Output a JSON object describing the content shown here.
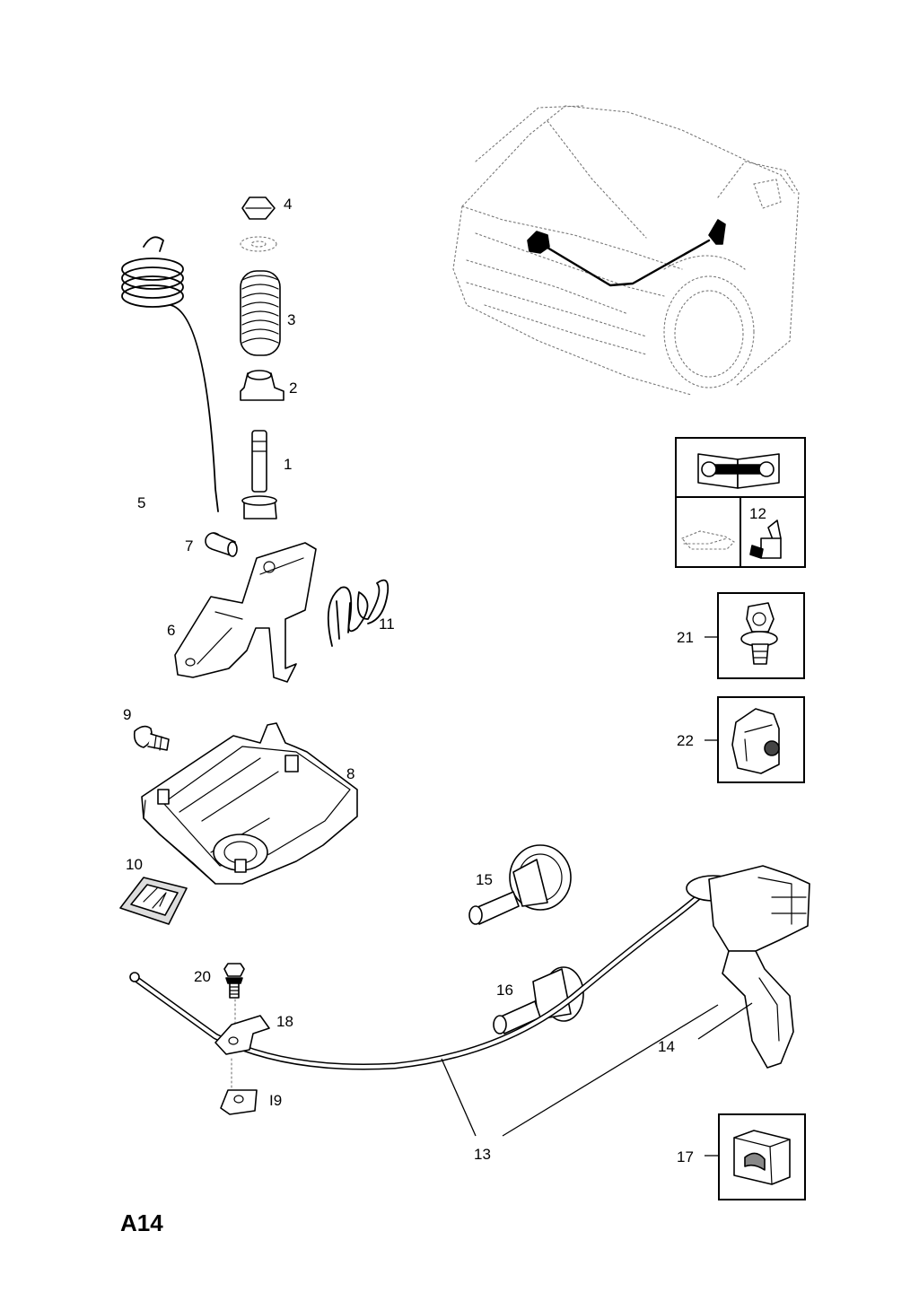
{
  "page_label": "A14",
  "callouts": {
    "p1": "1",
    "p2": "2",
    "p3": "3",
    "p4": "4",
    "p5": "5",
    "p6": "6",
    "p7": "7",
    "p8": "8",
    "p9": "9",
    "p10": "10",
    "p11": "11",
    "p12": "12",
    "p13": "13",
    "p14": "14",
    "p15": "15",
    "p16": "16",
    "p17": "17",
    "p18": "18",
    "p19": "I9",
    "p20": "20",
    "p21": "21",
    "p22": "22"
  },
  "icons": {
    "manual": "manual-book-wrench-icon",
    "vehicle_small": "vehicle-outline-icon",
    "washer_part": "washer-nozzle-icon"
  }
}
